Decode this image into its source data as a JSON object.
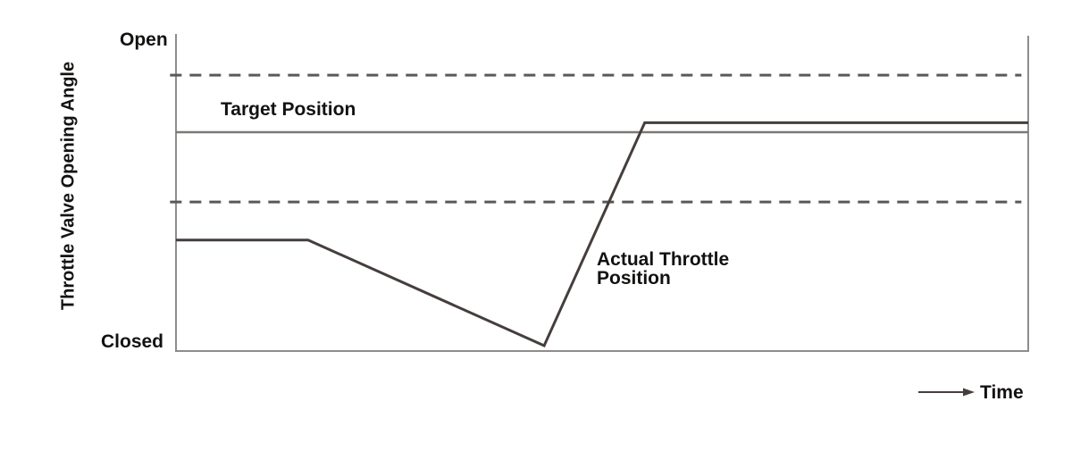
{
  "colors": {
    "background": "#ffffff",
    "axis": "#8f8d8b",
    "text": "#141211",
    "dashed_line": "#5c5856",
    "target_line": "#7b7876",
    "actual_line": "#453e3c"
  },
  "chart_data": {
    "type": "line",
    "title": "",
    "xlabel": "Time",
    "ylabel": "Throttle Valve Opening Angle",
    "x_range": [
      0,
      1
    ],
    "y_range": [
      0,
      1
    ],
    "grid": false,
    "legend": "inline annotations",
    "y_axis": {
      "top_label": "Open",
      "bottom_label": "Closed"
    },
    "annotations": {
      "target": "Target Position",
      "actual_line1": "Actual Throttle",
      "actual_line2": "Position"
    },
    "series": [
      {
        "id": "upper-tolerance-dashed",
        "name": "Upper tolerance band (dashed)",
        "style": "dashed",
        "color": "#5c5856",
        "width": 3,
        "points": [
          [
            -0.007,
            0.87
          ],
          [
            0.992,
            0.87
          ]
        ]
      },
      {
        "id": "target-position",
        "name": "Target Position",
        "style": "solid",
        "color": "#7b7876",
        "width": 2.5,
        "points": [
          [
            0,
            0.69
          ],
          [
            1,
            0.69
          ]
        ]
      },
      {
        "id": "lower-tolerance-dashed",
        "name": "Lower tolerance band (dashed)",
        "style": "dashed",
        "color": "#5c5856",
        "width": 3,
        "points": [
          [
            -0.007,
            0.47
          ],
          [
            0.992,
            0.47
          ]
        ]
      },
      {
        "id": "actual-throttle-position",
        "name": "Actual Throttle Position",
        "style": "solid",
        "color": "#453e3c",
        "width": 3,
        "points": [
          [
            0,
            0.35
          ],
          [
            0.155,
            0.35
          ],
          [
            0.432,
            0.017
          ],
          [
            0.55,
            0.72
          ],
          [
            1,
            0.72
          ]
        ]
      }
    ]
  }
}
